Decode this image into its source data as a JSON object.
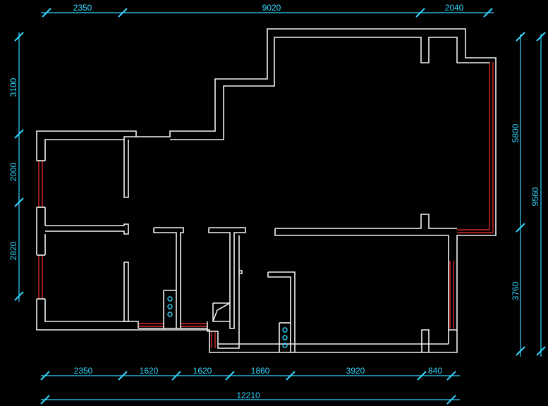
{
  "plan": {
    "title": "",
    "colors": {
      "background": "#000000",
      "walls": "#f2f2f2",
      "windows": "#ff3030",
      "dimensions": "#33d6ff"
    }
  },
  "dimensions": {
    "top": [
      "2350",
      "9020",
      "2040"
    ],
    "bottom": [
      "2350",
      "1620",
      "1620",
      "1860",
      "3920",
      "840"
    ],
    "bottom_total": "12210",
    "left": [
      "3100",
      "2000",
      "2820"
    ],
    "right_inner": [
      "5800",
      "3760"
    ],
    "right_total": "9560"
  }
}
